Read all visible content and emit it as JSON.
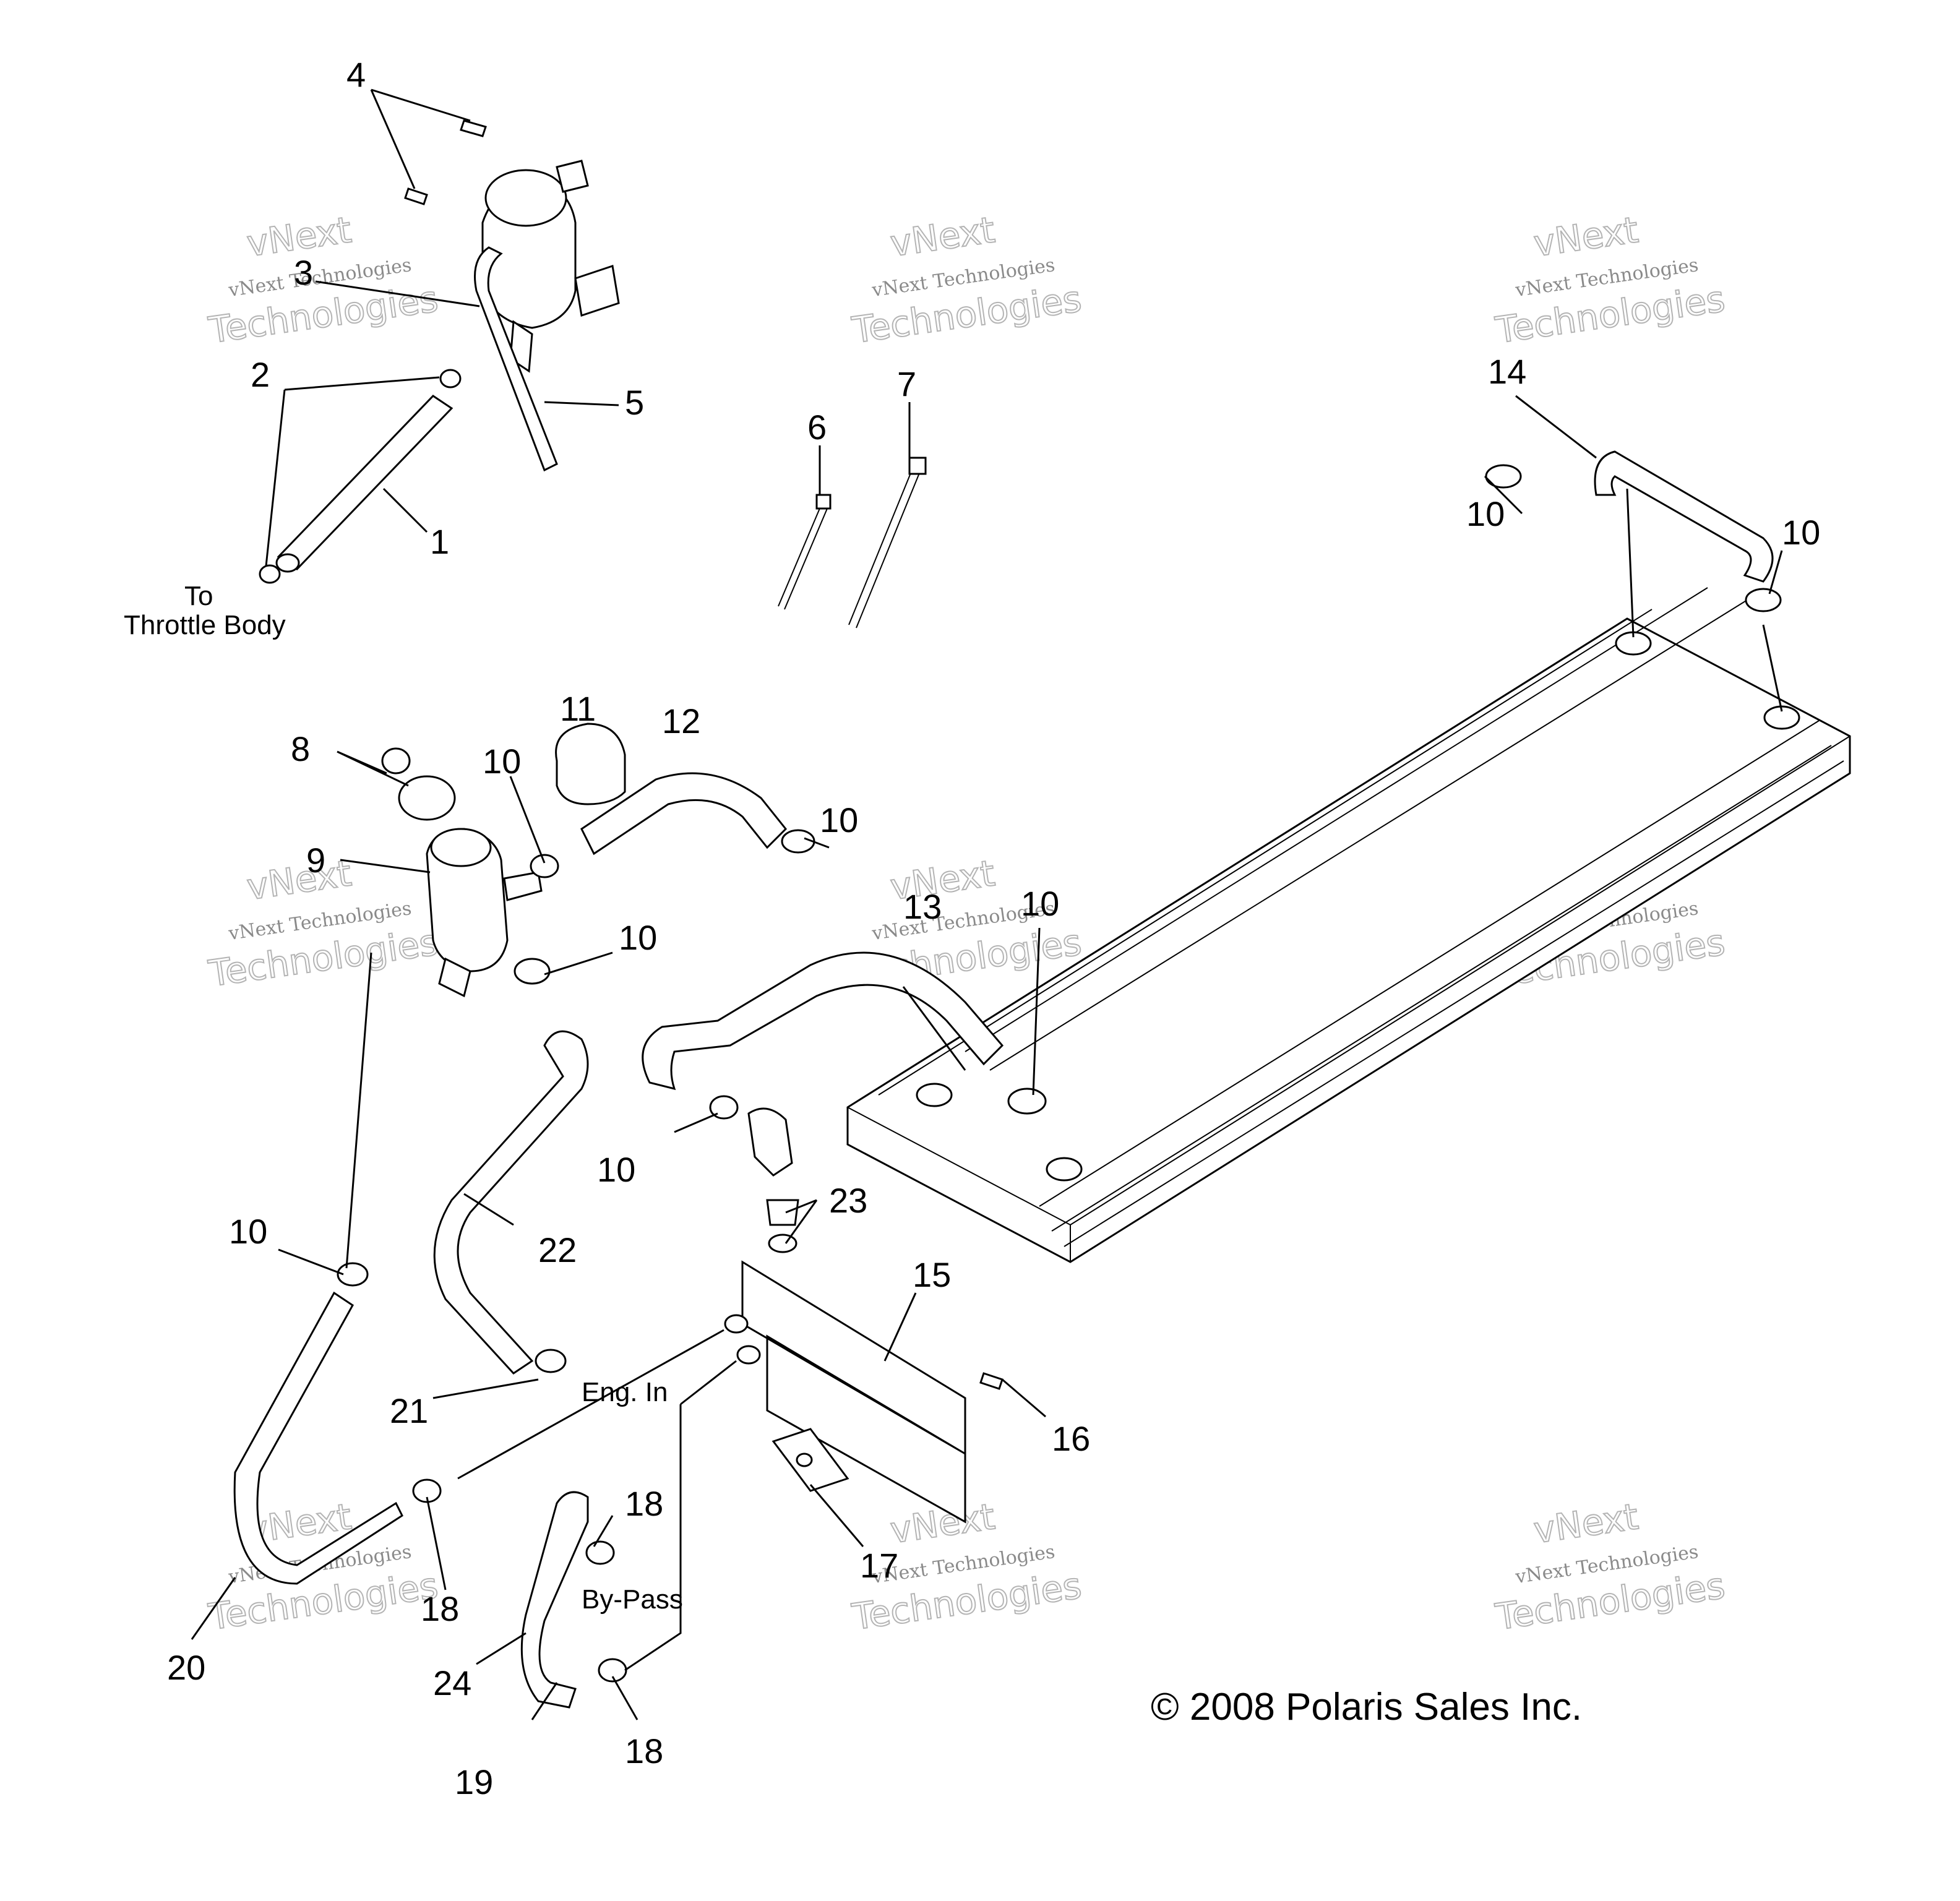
{
  "callouts": [
    "1",
    "2",
    "3",
    "4",
    "5",
    "6",
    "7",
    "8",
    "9",
    "10",
    "11",
    "12",
    "13",
    "14",
    "15",
    "16",
    "17",
    "18",
    "19",
    "20",
    "21",
    "22",
    "23",
    "24"
  ],
  "notes": {
    "to": "To",
    "throttle_body": "Throttle Body",
    "eng_in": "Eng. In",
    "by_pass": "By-Pass"
  },
  "copyright": "© 2008 Polaris Sales Inc.",
  "watermark": {
    "line1": "vNext Technologies",
    "line2": "vNext",
    "line3": "Technologies"
  }
}
